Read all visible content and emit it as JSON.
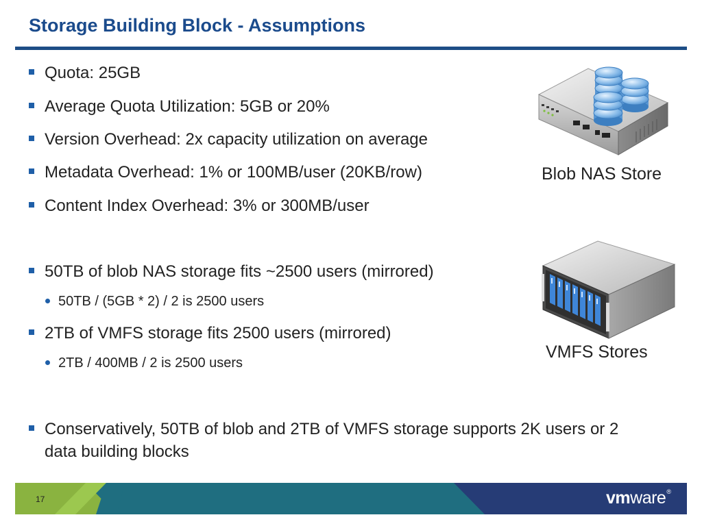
{
  "slide": {
    "title": "Storage Building Block - Assumptions",
    "page_number": "17"
  },
  "bullets": [
    {
      "text": "Quota: 25GB"
    },
    {
      "text": "Average Quota Utilization: 5GB or 20%"
    },
    {
      "text": "Version Overhead: 2x capacity utilization on average"
    },
    {
      "text": "Metadata Overhead: 1% or 100MB/user (20KB/row)"
    },
    {
      "text": "Content Index Overhead: 3% or 300MB/user"
    },
    {
      "text": "50TB of blob NAS storage fits ~2500 users (mirrored)"
    },
    {
      "text": "2TB of VMFS storage fits 2500 users (mirrored)"
    },
    {
      "text": "Conservatively, 50TB of blob and 2TB of VMFS storage supports 2K users or 2 data building blocks"
    }
  ],
  "subbullets": [
    {
      "text": "50TB / (5GB * 2) / 2 is 2500 users"
    },
    {
      "text": "2TB / 400MB / 2 is 2500 users"
    }
  ],
  "images": {
    "nas_label": "Blob NAS Store",
    "vmfs_label": "VMFS Stores"
  },
  "logo": {
    "part1": "vm",
    "part2": "ware",
    "mark": "®"
  },
  "colors": {
    "title": "#1b4b8c",
    "rule": "#1d4d86",
    "bullet_marker": "#1f5fa8",
    "footer_green": "#8ab340",
    "footer_teal": "#1f6e80",
    "footer_navy": "#263c76"
  },
  "icons": [
    "nas-storage-icon",
    "disk-array-icon",
    "vmware-logo"
  ]
}
